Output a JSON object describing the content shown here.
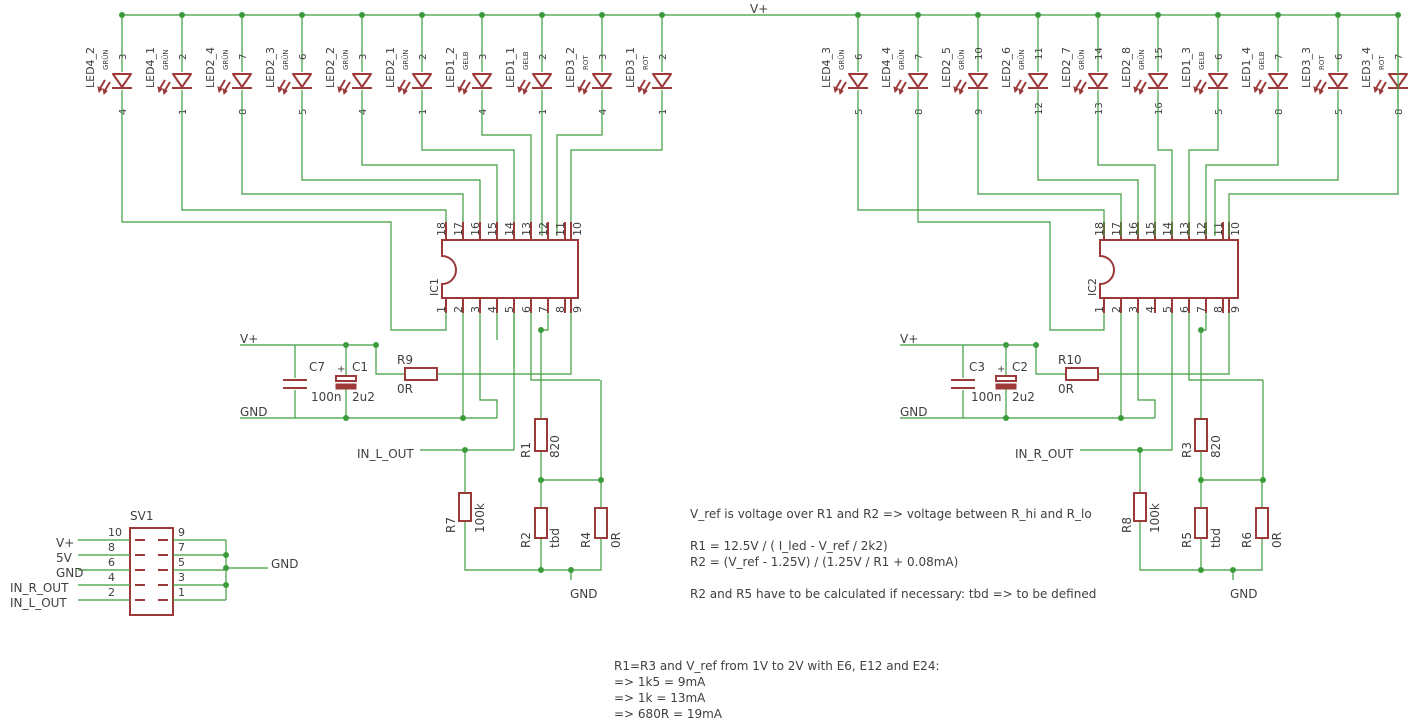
{
  "net_labels": {
    "vplus": "V+",
    "vplus_left": "V+",
    "vplus_right": "V+",
    "gnd_left": "GND",
    "gnd_right": "GND",
    "in_l_out": "IN_L_OUT",
    "in_r_out": "IN_R_OUT",
    "gnd_bottom_left": "GND",
    "gnd_bottom_right": "GND",
    "gnd_connector": "GND"
  },
  "leds_left": [
    {
      "name": "LED4_2",
      "color": "GRÜN",
      "top": "3",
      "bottom": "4"
    },
    {
      "name": "LED4_1",
      "color": "GRÜN",
      "top": "2",
      "bottom": "1"
    },
    {
      "name": "LED2_4",
      "color": "GRÜN",
      "top": "7",
      "bottom": "8"
    },
    {
      "name": "LED2_3",
      "color": "GRÜN",
      "top": "6",
      "bottom": "5"
    },
    {
      "name": "LED2_2",
      "color": "GRÜN",
      "top": "3",
      "bottom": "4"
    },
    {
      "name": "LED2_1",
      "color": "GRÜN",
      "top": "2",
      "bottom": "1"
    },
    {
      "name": "LED1_2",
      "color": "GELB",
      "top": "3",
      "bottom": "4"
    },
    {
      "name": "LED1_1",
      "color": "GELB",
      "top": "2",
      "bottom": "1"
    },
    {
      "name": "LED3_2",
      "color": "ROT",
      "top": "3",
      "bottom": "4"
    },
    {
      "name": "LED3_1",
      "color": "ROT",
      "top": "2",
      "bottom": "1"
    }
  ],
  "leds_right": [
    {
      "name": "LED4_3",
      "color": "GRÜN",
      "top": "6",
      "bottom": "5"
    },
    {
      "name": "LED4_4",
      "color": "GRÜN",
      "top": "7",
      "bottom": "8"
    },
    {
      "name": "LED2_5",
      "color": "GRÜN",
      "top": "10",
      "bottom": "9"
    },
    {
      "name": "LED2_6",
      "color": "GRÜN",
      "top": "11",
      "bottom": "12"
    },
    {
      "name": "LED2_7",
      "color": "GRÜN",
      "top": "14",
      "bottom": "13"
    },
    {
      "name": "LED2_8",
      "color": "GRÜN",
      "top": "15",
      "bottom": "16"
    },
    {
      "name": "LED1_3",
      "color": "GELB",
      "top": "6",
      "bottom": "5"
    },
    {
      "name": "LED1_4",
      "color": "GELB",
      "top": "7",
      "bottom": "8"
    },
    {
      "name": "LED3_3",
      "color": "ROT",
      "top": "6",
      "bottom": "5"
    },
    {
      "name": "LED3_4",
      "color": "ROT",
      "top": "7",
      "bottom": "8"
    }
  ],
  "ic_top_pins": [
    "18",
    "17",
    "16",
    "15",
    "14",
    "13",
    "12",
    "11",
    "10"
  ],
  "ic_bottom_pins": [
    "1",
    "2",
    "3",
    "4",
    "5",
    "6",
    "7",
    "8",
    "9"
  ],
  "ic1": {
    "name": "IC1"
  },
  "ic2": {
    "name": "IC2"
  },
  "left_parts": {
    "c7": {
      "name": "C7",
      "value": "100n"
    },
    "c1": {
      "name": "C1",
      "value": "2u2"
    },
    "r9": {
      "name": "R9",
      "value": "0R"
    },
    "r1": {
      "name": "R1",
      "value": "820"
    },
    "r7": {
      "name": "R7",
      "value": "100k"
    },
    "r2": {
      "name": "R2",
      "value": "tbd"
    },
    "r4": {
      "name": "R4",
      "value": "0R"
    }
  },
  "right_parts": {
    "c3": {
      "name": "C3",
      "value": "100n"
    },
    "c2": {
      "name": "C2",
      "value": "2u2"
    },
    "r10": {
      "name": "R10",
      "value": "0R"
    },
    "r3": {
      "name": "R3",
      "value": "820"
    },
    "r8": {
      "name": "R8",
      "value": "100k"
    },
    "r5": {
      "name": "R5",
      "value": "tbd"
    },
    "r6": {
      "name": "R6",
      "value": "0R"
    }
  },
  "cap_plus": "+",
  "connector": {
    "name": "SV1",
    "left_pins": [
      "10",
      "8",
      "6",
      "4",
      "2"
    ],
    "right_pins": [
      "9",
      "7",
      "5",
      "3",
      "1"
    ],
    "signals": [
      "V+",
      "5V",
      "GND",
      "IN_R_OUT",
      "IN_L_OUT"
    ]
  },
  "notes": {
    "line1": "V_ref is voltage over R1 and R2 => voltage between R_hi and R_lo",
    "line2": "R1 = 12.5V / ( I_led - V_ref / 2k2)",
    "line3": "R2 = (V_ref - 1.25V) / (1.25V / R1 + 0.08mA)",
    "line4": "R2 and R5 have to be calculated if necessary: tbd => to be defined",
    "line5": "R1=R3 and V_ref from 1V to 2V with E6, E12 and E24:",
    "line6": "=> 1k5 = 9mA",
    "line7": "=> 1k = 13mA",
    "line8": "=> 680R = 19mA"
  }
}
